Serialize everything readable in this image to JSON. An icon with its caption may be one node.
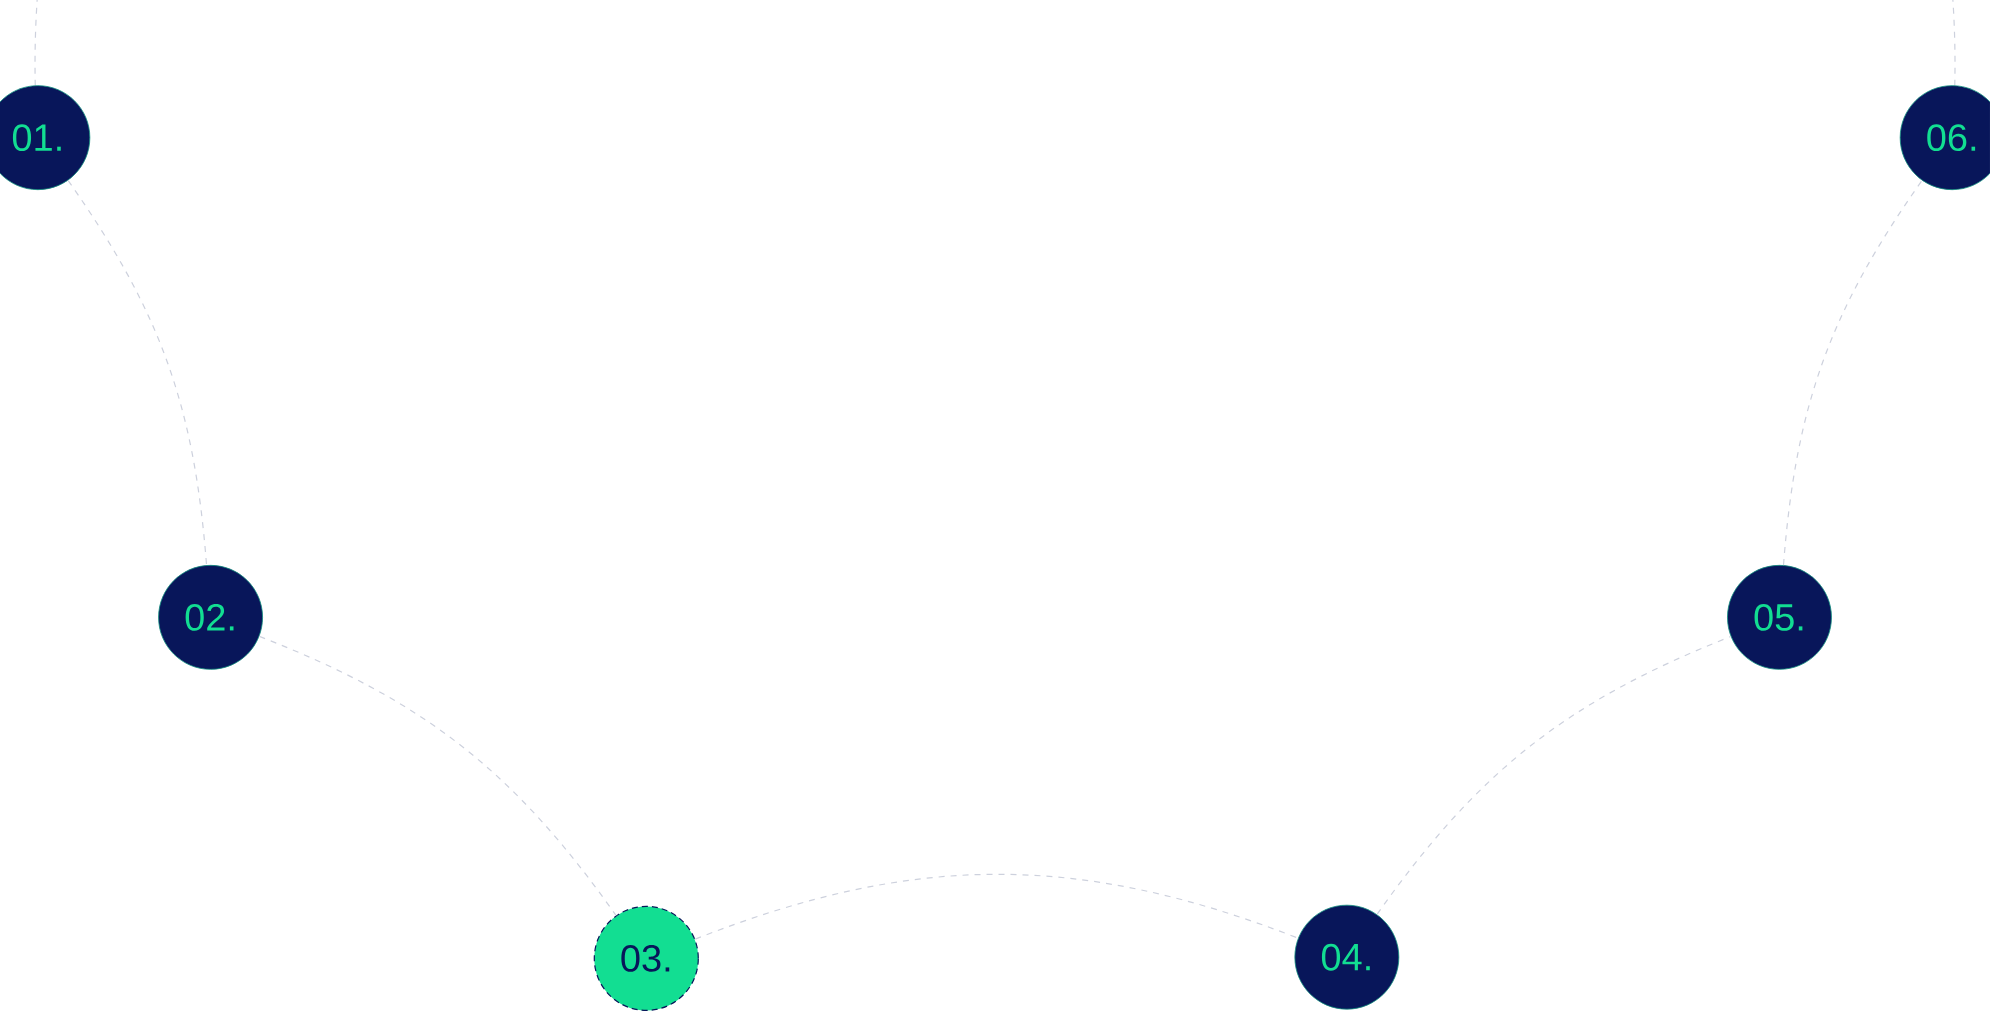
{
  "diagram": {
    "nodes": [
      {
        "text": [
          "01."
        ]
      },
      {
        "text": [
          "02."
        ]
      },
      {
        "text": [
          "03."
        ]
      },
      {
        "text": [
          "04."
        ]
      },
      {
        "text": [
          "05."
        ]
      },
      {
        "text": [
          "06."
        ]
      }
    ],
    "edges": [
      {
        "from": 0,
        "to": 1,
        "arrow": "none",
        "style": "dashed"
      },
      {
        "from": 1,
        "to": 2,
        "arrow": "none",
        "style": "dashed"
      },
      {
        "from": 2,
        "to": 3,
        "arrow": "none",
        "style": "dashed"
      },
      {
        "from": 3,
        "to": 4,
        "arrow": "none",
        "style": "dashed"
      },
      {
        "from": 4,
        "to": 5,
        "arrow": "none",
        "style": "dashed"
      }
    ]
  }
}
